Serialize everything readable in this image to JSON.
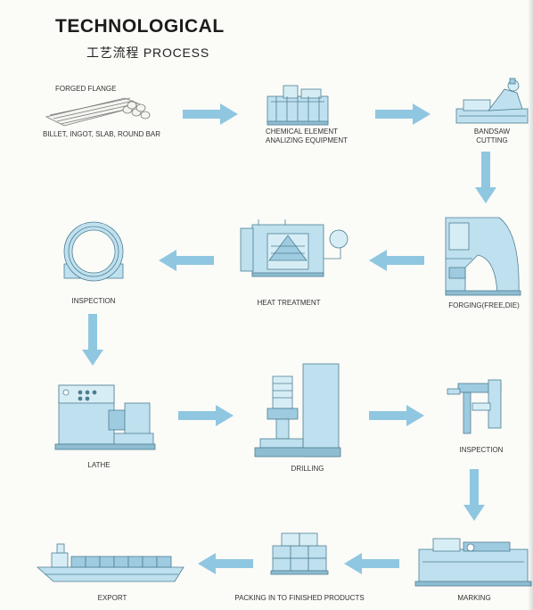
{
  "header": {
    "title": "TECHNOLOGICAL",
    "subtitle": "工艺流程  PROCESS"
  },
  "colors": {
    "arrow": "#8fc7e0",
    "equipment_fill": "#bfe0ee",
    "equipment_stroke": "#4d7f93",
    "text": "#333333"
  },
  "steps": {
    "raw_material": {
      "top_label": "FORGED FLANGE",
      "bottom_label": "BILLET, INGOT, SLAB, ROUND BAR",
      "icon": "round-bars-icon"
    },
    "chemical": {
      "line1": "CHEMICAL ELEMENT",
      "line2": "ANALIZING EQUIPMENT",
      "icon": "analyzer-icon"
    },
    "bandsaw": {
      "line1": "BANDSAW",
      "line2": "CUTTING",
      "icon": "bandsaw-icon"
    },
    "forging": {
      "label": "FORGING(FREE,DIE)",
      "icon": "forging-hammer-icon"
    },
    "heat": {
      "label": "HEAT TREATMENT",
      "icon": "furnace-icon"
    },
    "inspection_ring": {
      "label": "INSPECTION",
      "icon": "ring-icon"
    },
    "lathe": {
      "label": "LATHE",
      "icon": "lathe-icon"
    },
    "drilling": {
      "label": "DRILLING",
      "icon": "drill-press-icon"
    },
    "inspection_caliper": {
      "label": "INSPECTION",
      "icon": "caliper-icon"
    },
    "marking": {
      "label": "MARKING",
      "icon": "marking-machine-icon"
    },
    "packing": {
      "label": "PACKING IN TO FINISHED PRODUCTS",
      "icon": "crates-icon"
    },
    "export": {
      "label": "EXPORT",
      "icon": "ship-icon"
    }
  }
}
